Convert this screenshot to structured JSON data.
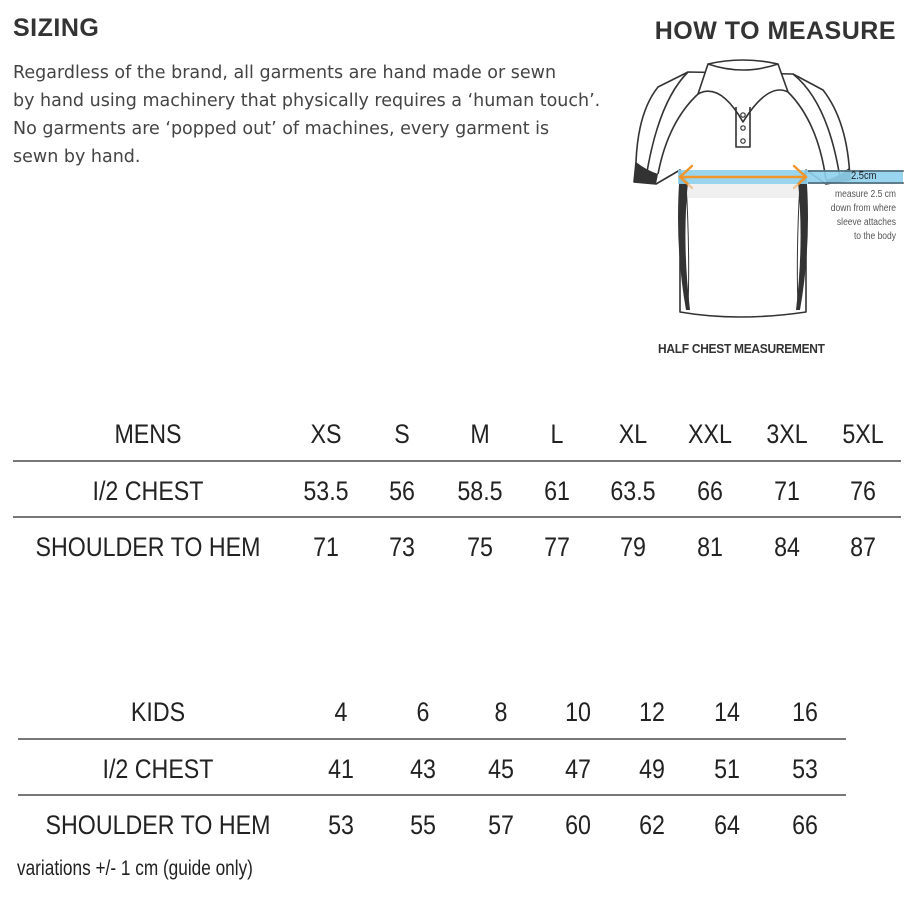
{
  "header": {
    "sizing_title": "SIZING",
    "how_to_title": "HOW TO MEASURE"
  },
  "intro": {
    "lines": [
      "Regardless of the brand, all garments are hand made or sewn",
      "by hand using machinery that physically requires a ‘human touch’.",
      "No garments are ‘popped out’ of machines, every garment is",
      "sewn by hand."
    ]
  },
  "diagram": {
    "measure_label": "2.5cm",
    "note_lines": [
      "measure 2.5 cm",
      "down from where",
      "sleeve attaches",
      "to the body"
    ],
    "caption": "HALF CHEST MEASUREMENT",
    "colors": {
      "band": "#8fd0ee",
      "arrow": "#f0962a",
      "shirt_stroke": "#333333"
    }
  },
  "mens": {
    "header": [
      "MENS",
      "XS",
      "S",
      "M",
      "L",
      "XL",
      "XXL",
      "3XL",
      "5XL"
    ],
    "rows": [
      [
        "I/2 CHEST",
        "53.5",
        "56",
        "58.5",
        "61",
        "63.5",
        "66",
        "71",
        "76"
      ],
      [
        "SHOULDER TO HEM",
        "71",
        "73",
        "75",
        "77",
        "79",
        "81",
        "84",
        "87"
      ]
    ]
  },
  "kids": {
    "header": [
      "KIDS",
      "4",
      "6",
      "8",
      "10",
      "12",
      "14",
      "16"
    ],
    "rows": [
      [
        "I/2 CHEST",
        "41",
        "43",
        "45",
        "47",
        "49",
        "51",
        "53"
      ],
      [
        "SHOULDER TO HEM",
        "53",
        "55",
        "57",
        "60",
        "62",
        "64",
        "66"
      ]
    ]
  },
  "footnote": "variations +/- 1 cm (guide only)"
}
